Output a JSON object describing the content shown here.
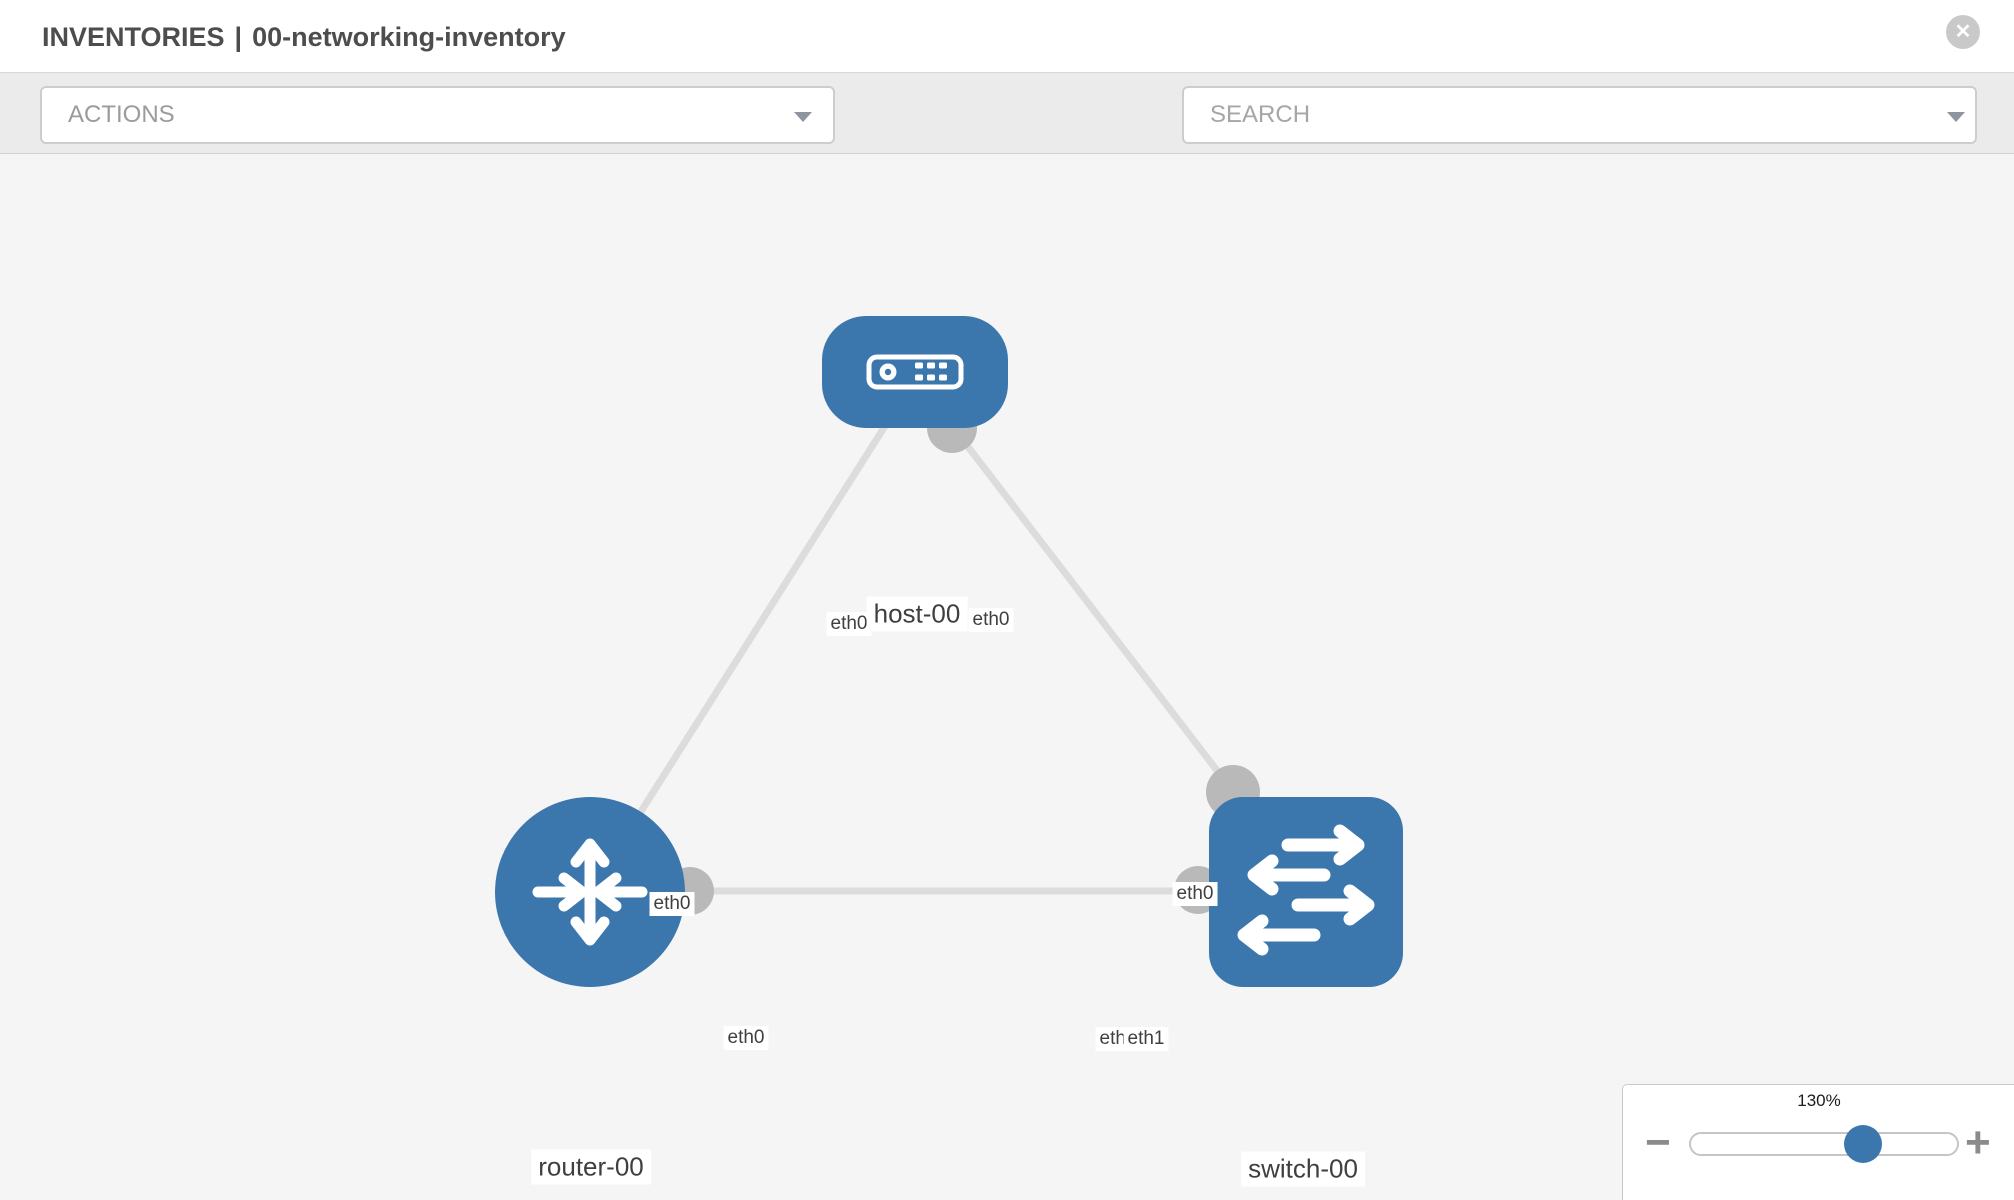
{
  "header": {
    "title_section": "INVENTORIES",
    "title_separator": "|",
    "title_item": "00-networking-inventory"
  },
  "toolbar": {
    "actions_label": "ACTIONS",
    "search_placeholder": "SEARCH",
    "icons": [
      "wrench-icon",
      "key-icon"
    ]
  },
  "topology": {
    "nodes": {
      "host": {
        "label": "host-00",
        "type": "host"
      },
      "router": {
        "label": "router-00",
        "type": "router"
      },
      "switch": {
        "label": "switch-00",
        "type": "switch"
      }
    },
    "ports": {
      "host_left": "eth0",
      "host_right": "eth0",
      "router_top": "eth0",
      "router_right": "eth0",
      "switch_top": "eth0",
      "switch_left_back": "eth0",
      "switch_left": "eth1"
    },
    "links": [
      {
        "from": "host-00",
        "to": "router-00",
        "from_interface": "eth0",
        "to_interface": "eth0"
      },
      {
        "from": "host-00",
        "to": "switch-00",
        "from_interface": "eth0",
        "to_interface": "eth0"
      },
      {
        "from": "router-00",
        "to": "switch-00",
        "from_interface": "eth0",
        "to_interface": "eth1"
      }
    ]
  },
  "zoom": {
    "level": "130%",
    "minus_label": "−",
    "plus_label": "+"
  },
  "colors": {
    "node_blue": "#3b76ad",
    "link_gray": "#dcdcdc",
    "port_gray": "#b9b9b9",
    "canvas_bg": "#f5f5f5",
    "toolbar_bg": "#ebebeb"
  }
}
